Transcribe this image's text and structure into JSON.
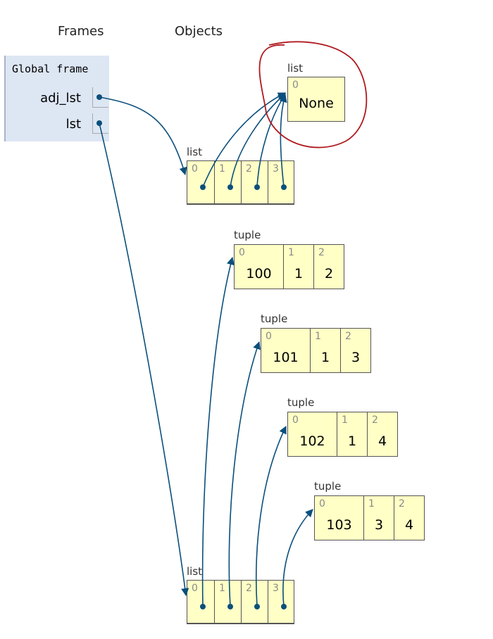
{
  "headings": {
    "frames": "Frames",
    "objects": "Objects"
  },
  "global_frame": {
    "title": "Global frame",
    "vars": [
      {
        "name": "adj_lst"
      },
      {
        "name": "lst"
      }
    ]
  },
  "objects": {
    "none_list": {
      "type": "list",
      "items": [
        {
          "index": "0",
          "value": "None"
        }
      ]
    },
    "adj_list": {
      "type": "list",
      "indices": [
        "0",
        "1",
        "2",
        "3"
      ]
    },
    "lst_list": {
      "type": "list",
      "indices": [
        "0",
        "1",
        "2",
        "3"
      ]
    },
    "tuples": [
      {
        "type": "tuple",
        "indices": [
          "0",
          "1",
          "2"
        ],
        "values": [
          "100",
          "1",
          "2"
        ]
      },
      {
        "type": "tuple",
        "indices": [
          "0",
          "1",
          "2"
        ],
        "values": [
          "101",
          "1",
          "3"
        ]
      },
      {
        "type": "tuple",
        "indices": [
          "0",
          "1",
          "2"
        ],
        "values": [
          "102",
          "1",
          "4"
        ]
      },
      {
        "type": "tuple",
        "indices": [
          "0",
          "1",
          "2"
        ],
        "values": [
          "103",
          "3",
          "4"
        ]
      }
    ]
  },
  "colors": {
    "arrow": "#0b4f7c",
    "highlight_circle": "#b0191e",
    "object_fill": "#ffffc6",
    "frame_fill": "#dde6f3"
  }
}
